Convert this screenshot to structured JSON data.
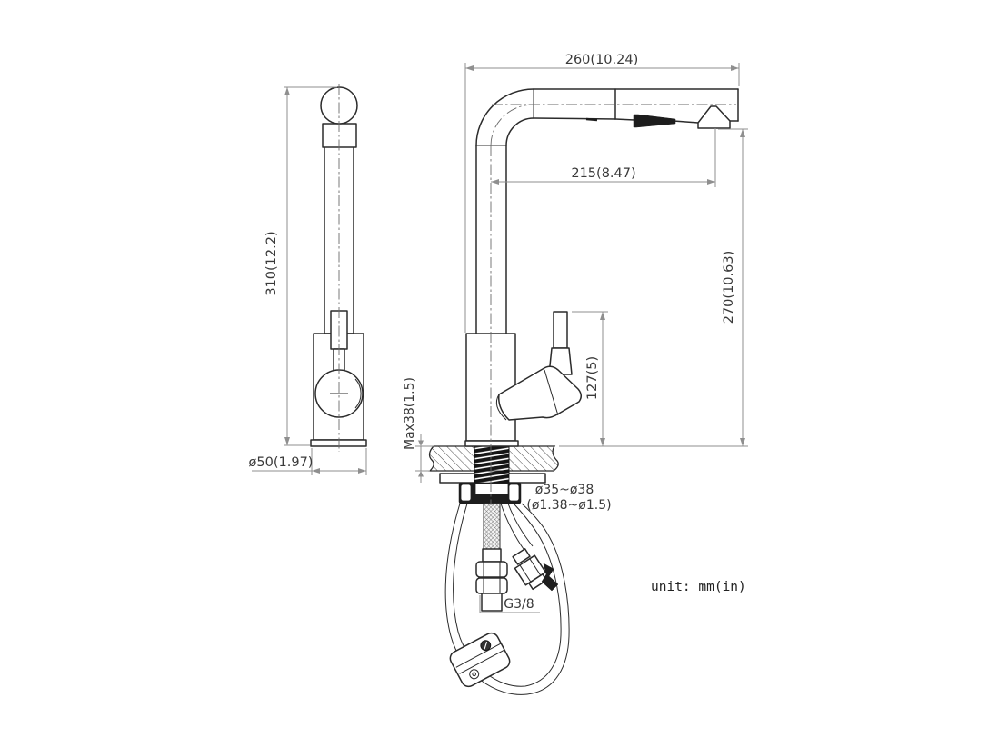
{
  "drawing": {
    "unit_note": "unit: mm(in)",
    "dimensions": {
      "overall_reach": "260(10.24)",
      "aerator_reach": "215(8.47)",
      "overall_height": "310(12.2)",
      "aerator_height": "270(10.63)",
      "handle_height": "127(5)",
      "max_deck_thickness": "Max38(1.5)",
      "base_diameter": "ø50(1.97)",
      "hole_diameter_mm": "ø35~ø38",
      "hole_diameter_in": "(ø1.38~ø1.5)",
      "supply_thread": "G3/8"
    },
    "colors": {
      "line": "#2b2b2b",
      "dimension_line": "#8f8f8f",
      "text": "#3a3a3a",
      "background": "#ffffff"
    }
  }
}
